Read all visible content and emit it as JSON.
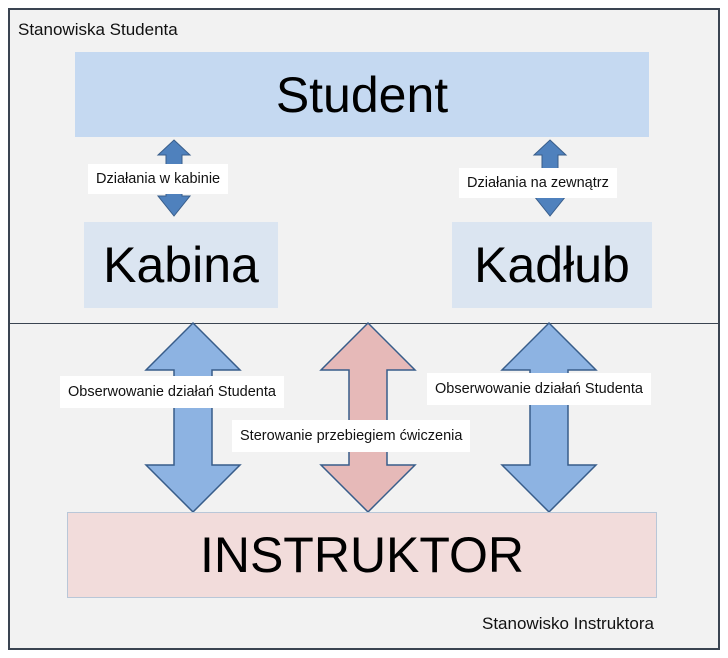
{
  "sections": {
    "student_station": "Stanowiska Studenta",
    "instructor_station": "Stanowisko Instruktora"
  },
  "boxes": {
    "student": "Student",
    "kabina": "Kabina",
    "kadlub": "Kadłub",
    "instruktor": "INSTRUKTOR"
  },
  "arrow_labels": {
    "cabin_actions": "Działania w kabinie",
    "outside_actions": "Działania na zewnątrz",
    "observe_left": "Obserwowanie działań Studenta",
    "control_exercise": "Sterowanie przebiegiem ćwiczenia",
    "observe_right": "Obserwowanie działań Studenta"
  },
  "colors": {
    "student_fill": "#c5d9f1",
    "module_fill": "#dbe5f1",
    "instructor_fill": "#f2dcdb",
    "blue_arrow": "#8db3e2",
    "small_arrow": "#4f81bd",
    "red_arrow": "#e6b9b8",
    "panel_border": "#3a4451"
  }
}
